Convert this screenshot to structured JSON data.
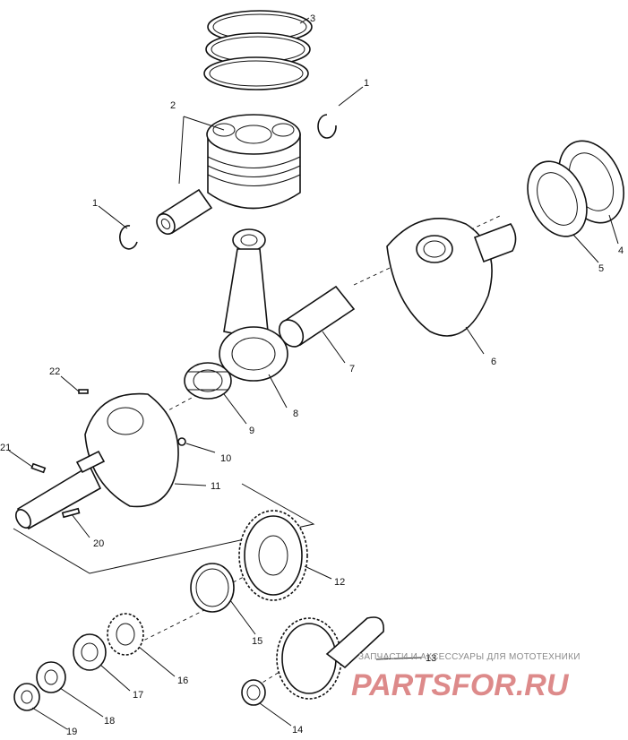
{
  "diagram": {
    "labels": {
      "ring_set": "3",
      "clip_right": "1",
      "piston_pin_group": "2",
      "clip_left": "1",
      "bearing_outer": "4",
      "bearing_inner": "5",
      "crank_half_right": "6",
      "crank_pin": "7",
      "connecting_rod": "8",
      "needle_bearing": "9",
      "plug": "10",
      "crank_half_left": "11",
      "gear_large": "12",
      "balancer_gear": "13",
      "washer_14": "14",
      "washer_15": "15",
      "sprocket": "16",
      "nut_17": "17",
      "washer_18": "18",
      "nut_19": "19",
      "crank_assembly": "20",
      "pin_21": "21",
      "pin_22": "22"
    },
    "watermark": {
      "tagline": "ЗАПЧАСТИ И АКСЕССУАРЫ ДЛЯ МОТОТЕХНИКИ",
      "logo": "PARTSFOR.RU"
    }
  }
}
